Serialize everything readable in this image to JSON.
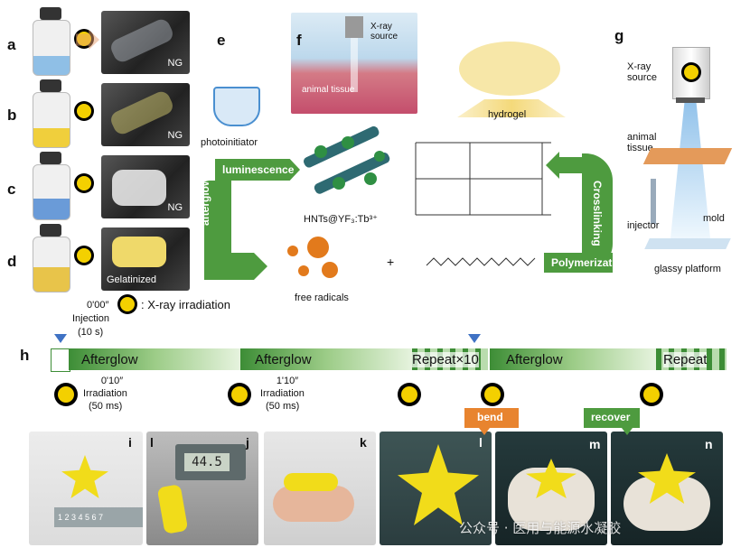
{
  "panels": {
    "a": "a",
    "b": "b",
    "c": "c",
    "d": "d",
    "e": "e",
    "f": "f",
    "g": "g",
    "h": "h",
    "i": "i",
    "j": "j",
    "k": "k",
    "l_small": "l",
    "l": "l",
    "m": "m",
    "n": "n"
  },
  "vials": {
    "a_result": "NG",
    "b_result": "NG",
    "c_result": "NG",
    "d_result": "Gelatinized",
    "legend": ": X-ray irradiation"
  },
  "scheme": {
    "photoinitiator": "photoinitiator",
    "luminescence": "luminescence",
    "afterglow": "afterglow",
    "hnts": "HNTs@YF₃:Tb³⁺",
    "free_radicals": "free radicals",
    "plus": "+",
    "hydrogel": "hydrogel",
    "crosslinking": "Crosslinking",
    "polymerization": "Polymerization",
    "f_source": "X-ray source",
    "f_tissue": "animal tissue"
  },
  "setup": {
    "xray_source": "X-ray source",
    "animal_tissue": "animal tissue",
    "injector": "injector",
    "mold": "mold",
    "platform": "glassy platform"
  },
  "timeline": {
    "start_time": "0'00″",
    "injection": "Injection",
    "injection_dur": "(10 s)",
    "afterglow1": "Afterglow",
    "afterglow2": "Afterglow",
    "repeat1": "Repeat×10",
    "afterglow3": "Afterglow",
    "repeat2": "Repeat",
    "irr1_time": "0'10″",
    "irr1_label": "Irradiation",
    "irr1_dur": "(50 ms)",
    "irr2_time": "1'10″",
    "irr2_label": "Irradiation",
    "irr2_dur": "(50 ms)"
  },
  "photos": {
    "caliper_reading": "44.5",
    "ruler": "1 2 3 4 5 6 7",
    "bend": "bend",
    "recover": "recover",
    "watermark": "公众号 · 医用与能源水凝胶"
  },
  "colors": {
    "green": "#4e9b3f",
    "orange": "#e8842f",
    "yellow": "#f1dc1a"
  }
}
